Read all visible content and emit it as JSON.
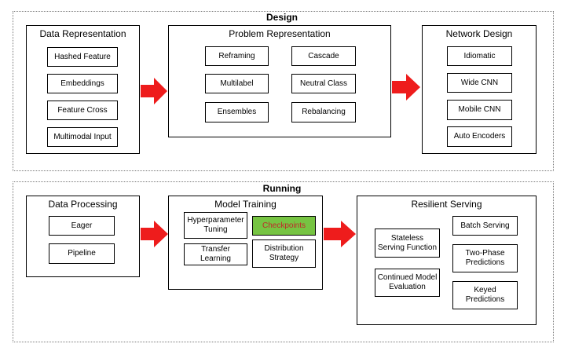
{
  "colors": {
    "arrow": "#ee1c1c",
    "highlight_fill": "#76c442",
    "highlight_text": "#c0282a"
  },
  "design": {
    "title": "Design",
    "data_representation": {
      "title": "Data Representation",
      "items": [
        "Hashed Feature",
        "Embeddings",
        "Feature Cross",
        "Multimodal Input"
      ]
    },
    "problem_representation": {
      "title": "Problem Representation",
      "items": [
        "Reframing",
        "Cascade",
        "Multilabel",
        "Neutral Class",
        "Ensembles",
        "Rebalancing"
      ]
    },
    "network_design": {
      "title": "Network Design",
      "items": [
        "Idiomatic",
        "Wide CNN",
        "Mobile CNN",
        "Auto Encoders"
      ]
    }
  },
  "running": {
    "title": "Running",
    "data_processing": {
      "title": "Data Processing",
      "items": [
        "Eager",
        "Pipeline"
      ]
    },
    "model_training": {
      "title": "Model Training",
      "items": [
        "Hyperparameter Tuning",
        "Checkpoints",
        "Transfer Learning",
        "Distribution Strategy"
      ]
    },
    "resilient_serving": {
      "title": "Resilient Serving",
      "items": [
        "Stateless Serving Function",
        "Batch Serving",
        "Continued Model Evaluation",
        "Two-Phase Predictions",
        "Keyed Predictions"
      ]
    }
  }
}
